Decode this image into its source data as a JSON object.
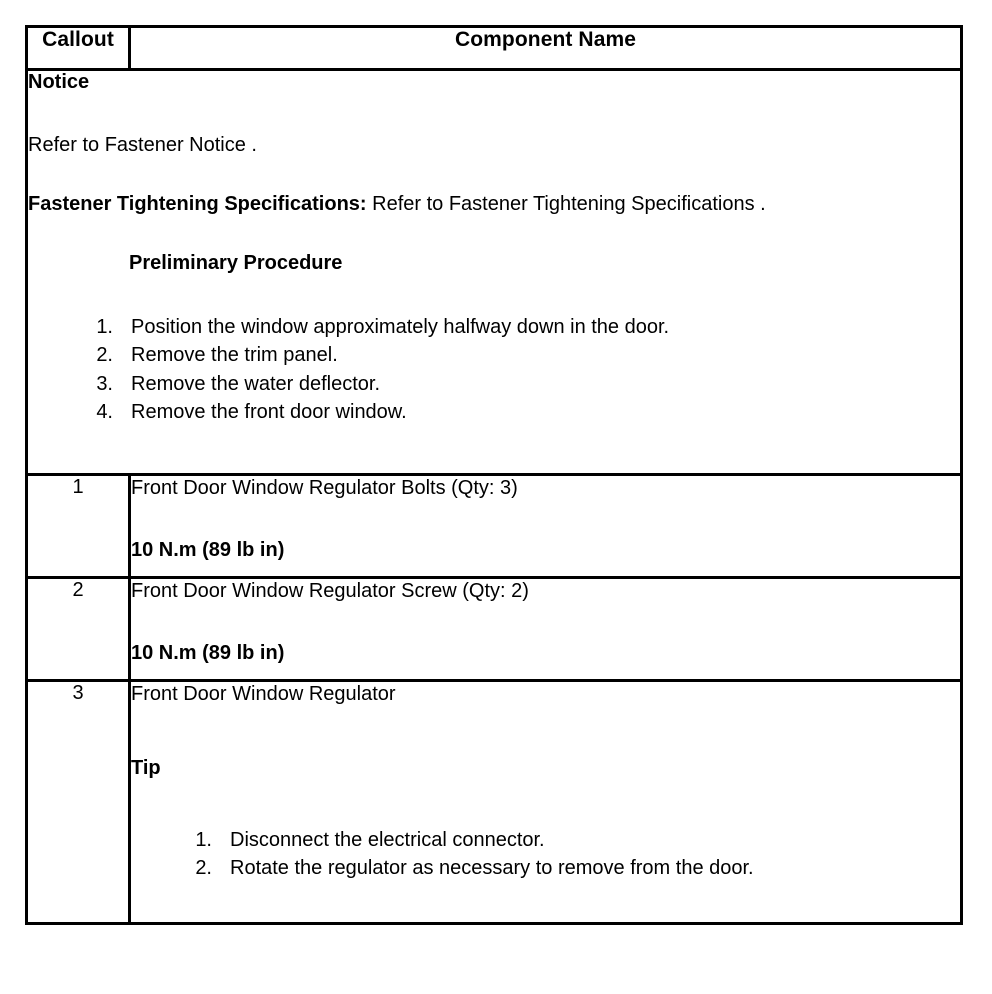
{
  "table": {
    "headers": {
      "callout": "Callout",
      "component_name": "Component Name"
    },
    "notice_block": {
      "notice_title": "Notice",
      "notice_text": "Refer to Fastener Notice .",
      "fastener_label": "Fastener Tightening Specifications:",
      "fastener_text": " Refer to Fastener Tightening Specifications .",
      "preliminary_heading": "Preliminary Procedure",
      "preliminary_steps": [
        {
          "num": "1.",
          "text": "Position the window approximately halfway down in the door."
        },
        {
          "num": "2.",
          "text": "Remove the trim panel."
        },
        {
          "num": "3.",
          "text": "Remove the water deflector."
        },
        {
          "num": "4.",
          "text": "Remove the front door window."
        }
      ]
    },
    "rows": [
      {
        "callout": "1",
        "component": "Front Door Window Regulator Bolts (Qty: 3)",
        "torque": "10 N.m (89 lb in)"
      },
      {
        "callout": "2",
        "component": "Front Door Window Regulator Screw (Qty: 2)",
        "torque": "10 N.m (89 lb in)"
      },
      {
        "callout": "3",
        "component": "Front Door Window Regulator",
        "tip_heading": "Tip",
        "tip_steps": [
          {
            "num": "1.",
            "text": "Disconnect the electrical connector."
          },
          {
            "num": "2.",
            "text": "Rotate the regulator as necessary to remove from the door."
          }
        ]
      }
    ]
  },
  "colors": {
    "border": "#000000",
    "text": "#000000",
    "background": "#ffffff"
  }
}
